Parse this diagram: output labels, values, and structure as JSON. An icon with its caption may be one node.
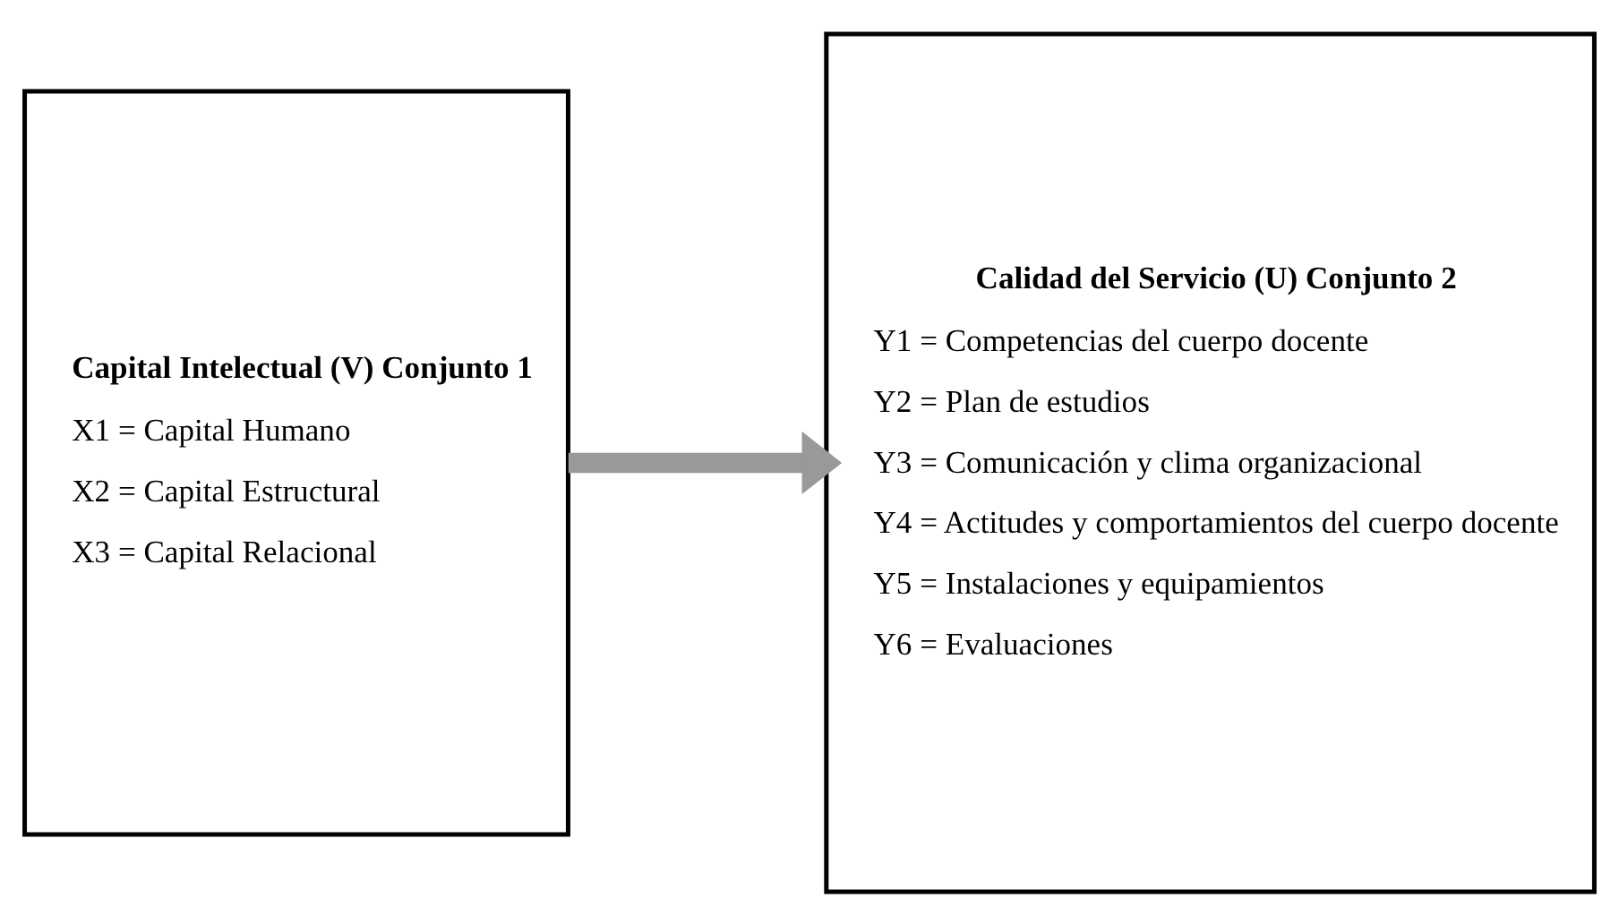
{
  "diagram": {
    "nodes": [
      {
        "text": [
          "Capital Intelectual (V) Conjunto 1",
          "X1 = Capital Humano",
          "X2 = Capital Estructural",
          "X3 = Capital Relacional"
        ]
      },
      {
        "text": [
          "Calidad del Servicio (U) Conjunto 2",
          "Y1 = Competencias del cuerpo docente",
          "Y2 = Plan de estudios",
          "Y3 = Comunicación y clima organizacional",
          "Y4 = Actitudes y comportamientos del cuerpo docente",
          "Y5 = Instalaciones y equipamientos",
          "Y6 = Evaluaciones"
        ]
      }
    ],
    "edges": [
      {
        "from": 0,
        "to": 1,
        "arrow": "to",
        "color": "#999999"
      }
    ]
  }
}
